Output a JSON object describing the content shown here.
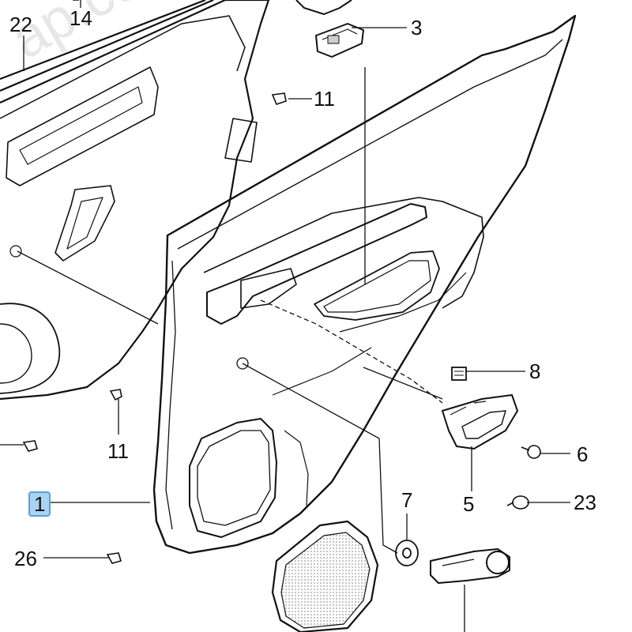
{
  "diagram": {
    "watermark": "ap.com",
    "callouts": [
      {
        "id": "p1",
        "label": "1",
        "highlighted": true
      },
      {
        "id": "p3",
        "label": "3"
      },
      {
        "id": "p5",
        "label": "5"
      },
      {
        "id": "p6",
        "label": "6"
      },
      {
        "id": "p7",
        "label": "7"
      },
      {
        "id": "p8",
        "label": "8"
      },
      {
        "id": "p11a",
        "label": "11"
      },
      {
        "id": "p11b",
        "label": "11"
      },
      {
        "id": "p14",
        "label": "14"
      },
      {
        "id": "p22",
        "label": "22"
      },
      {
        "id": "p23",
        "label": "23"
      },
      {
        "id": "p26",
        "label": "26"
      }
    ],
    "colors": {
      "line": "#111111",
      "highlight_fill": "#a8d4f2",
      "highlight_border": "#5b9fd3",
      "speaker_mesh": "#d8d8d8"
    }
  }
}
